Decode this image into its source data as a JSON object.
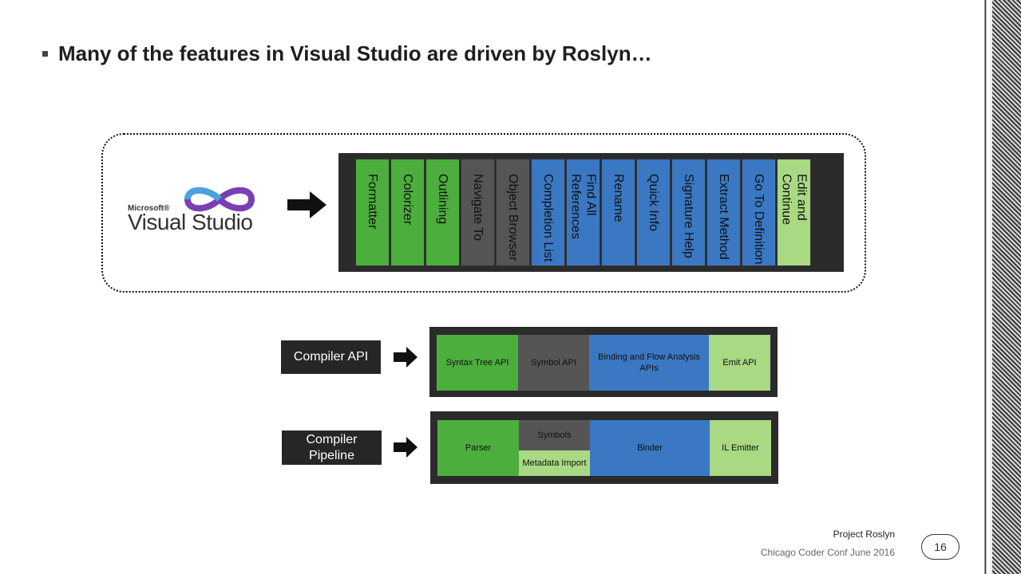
{
  "slide": {
    "title": "Many of the features in Visual Studio are driven by Roslyn…",
    "logo": {
      "brand": "Microsoft®",
      "product": "Visual Studio"
    },
    "features": [
      "Formatter",
      "Colorizer",
      "Outlining",
      "Navigate To",
      "Object Browser",
      "Completion List",
      "Find All References",
      "Rename",
      "Quick Info",
      "Signature Help",
      "Extract Method",
      "Go To Definition",
      "Edit and Continue"
    ],
    "compiler_api": {
      "label": "Compiler API",
      "cells": [
        "Syntax Tree API",
        "Symbol API",
        "Binding and Flow Analysis APIs",
        "Emit API"
      ]
    },
    "compiler_pipeline": {
      "label": "Compiler Pipeline",
      "cells": [
        "Parser",
        "Symbols",
        "Metadata Import",
        "Binder",
        "IL Emitter"
      ]
    },
    "footer": {
      "line1": "Project Roslyn",
      "line2": "Chicago Coder Conf June 2016",
      "page": "16"
    },
    "colors": {
      "green": "#4cae3d",
      "gray": "#555555",
      "blue": "#3a78c3",
      "light_green": "#a9d983"
    }
  }
}
